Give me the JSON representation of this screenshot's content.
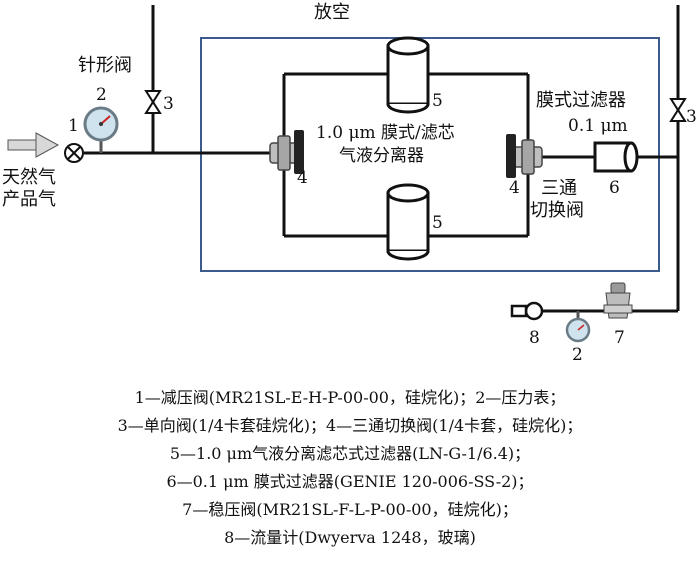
{
  "labels": {
    "vent": "放空",
    "needle_valve": "针形阀",
    "gas_l1": "天然气",
    "gas_l2": "产品气",
    "membrane_filter": "膜式过滤器",
    "membrane_size": "0.1 μm",
    "separator_l1": "1.0 μm 膜式/滤芯",
    "separator_l2": "气液分离器",
    "tee_l1": "三通",
    "tee_l2": "切换阀"
  },
  "numbers": {
    "n1": "1",
    "n2_top": "2",
    "n3_left": "3",
    "n3_right": "3",
    "n4_left": "4",
    "n4_right": "4",
    "n5_top": "5",
    "n5_bottom": "5",
    "n6": "6",
    "n7": "7",
    "n8": "8",
    "n2_bottom": "2"
  },
  "caption": [
    "1—减压阀(MR21SL-E-H-P-00-00，硅烷化)；2—压力表；",
    "3—单向阀(1/4卡套硅烷化)；4—三通切换阀(1/4卡套，硅烷化)；",
    "5—1.0 μm气液分离滤芯式过滤器(LN-G-1/6.4)；",
    "6—0.1 μm 膜式过滤器(GENIE 120-006-SS-2)；",
    "7—稳压阀(MR21SL-F-L-P-00-00，硅烷化)；",
    "8—流量计(Dwyerva 1248，玻璃)"
  ],
  "colors": {
    "box_border": "#3b5b8c",
    "pipe": "#111111",
    "gauge_face": "#cfe3ee"
  }
}
